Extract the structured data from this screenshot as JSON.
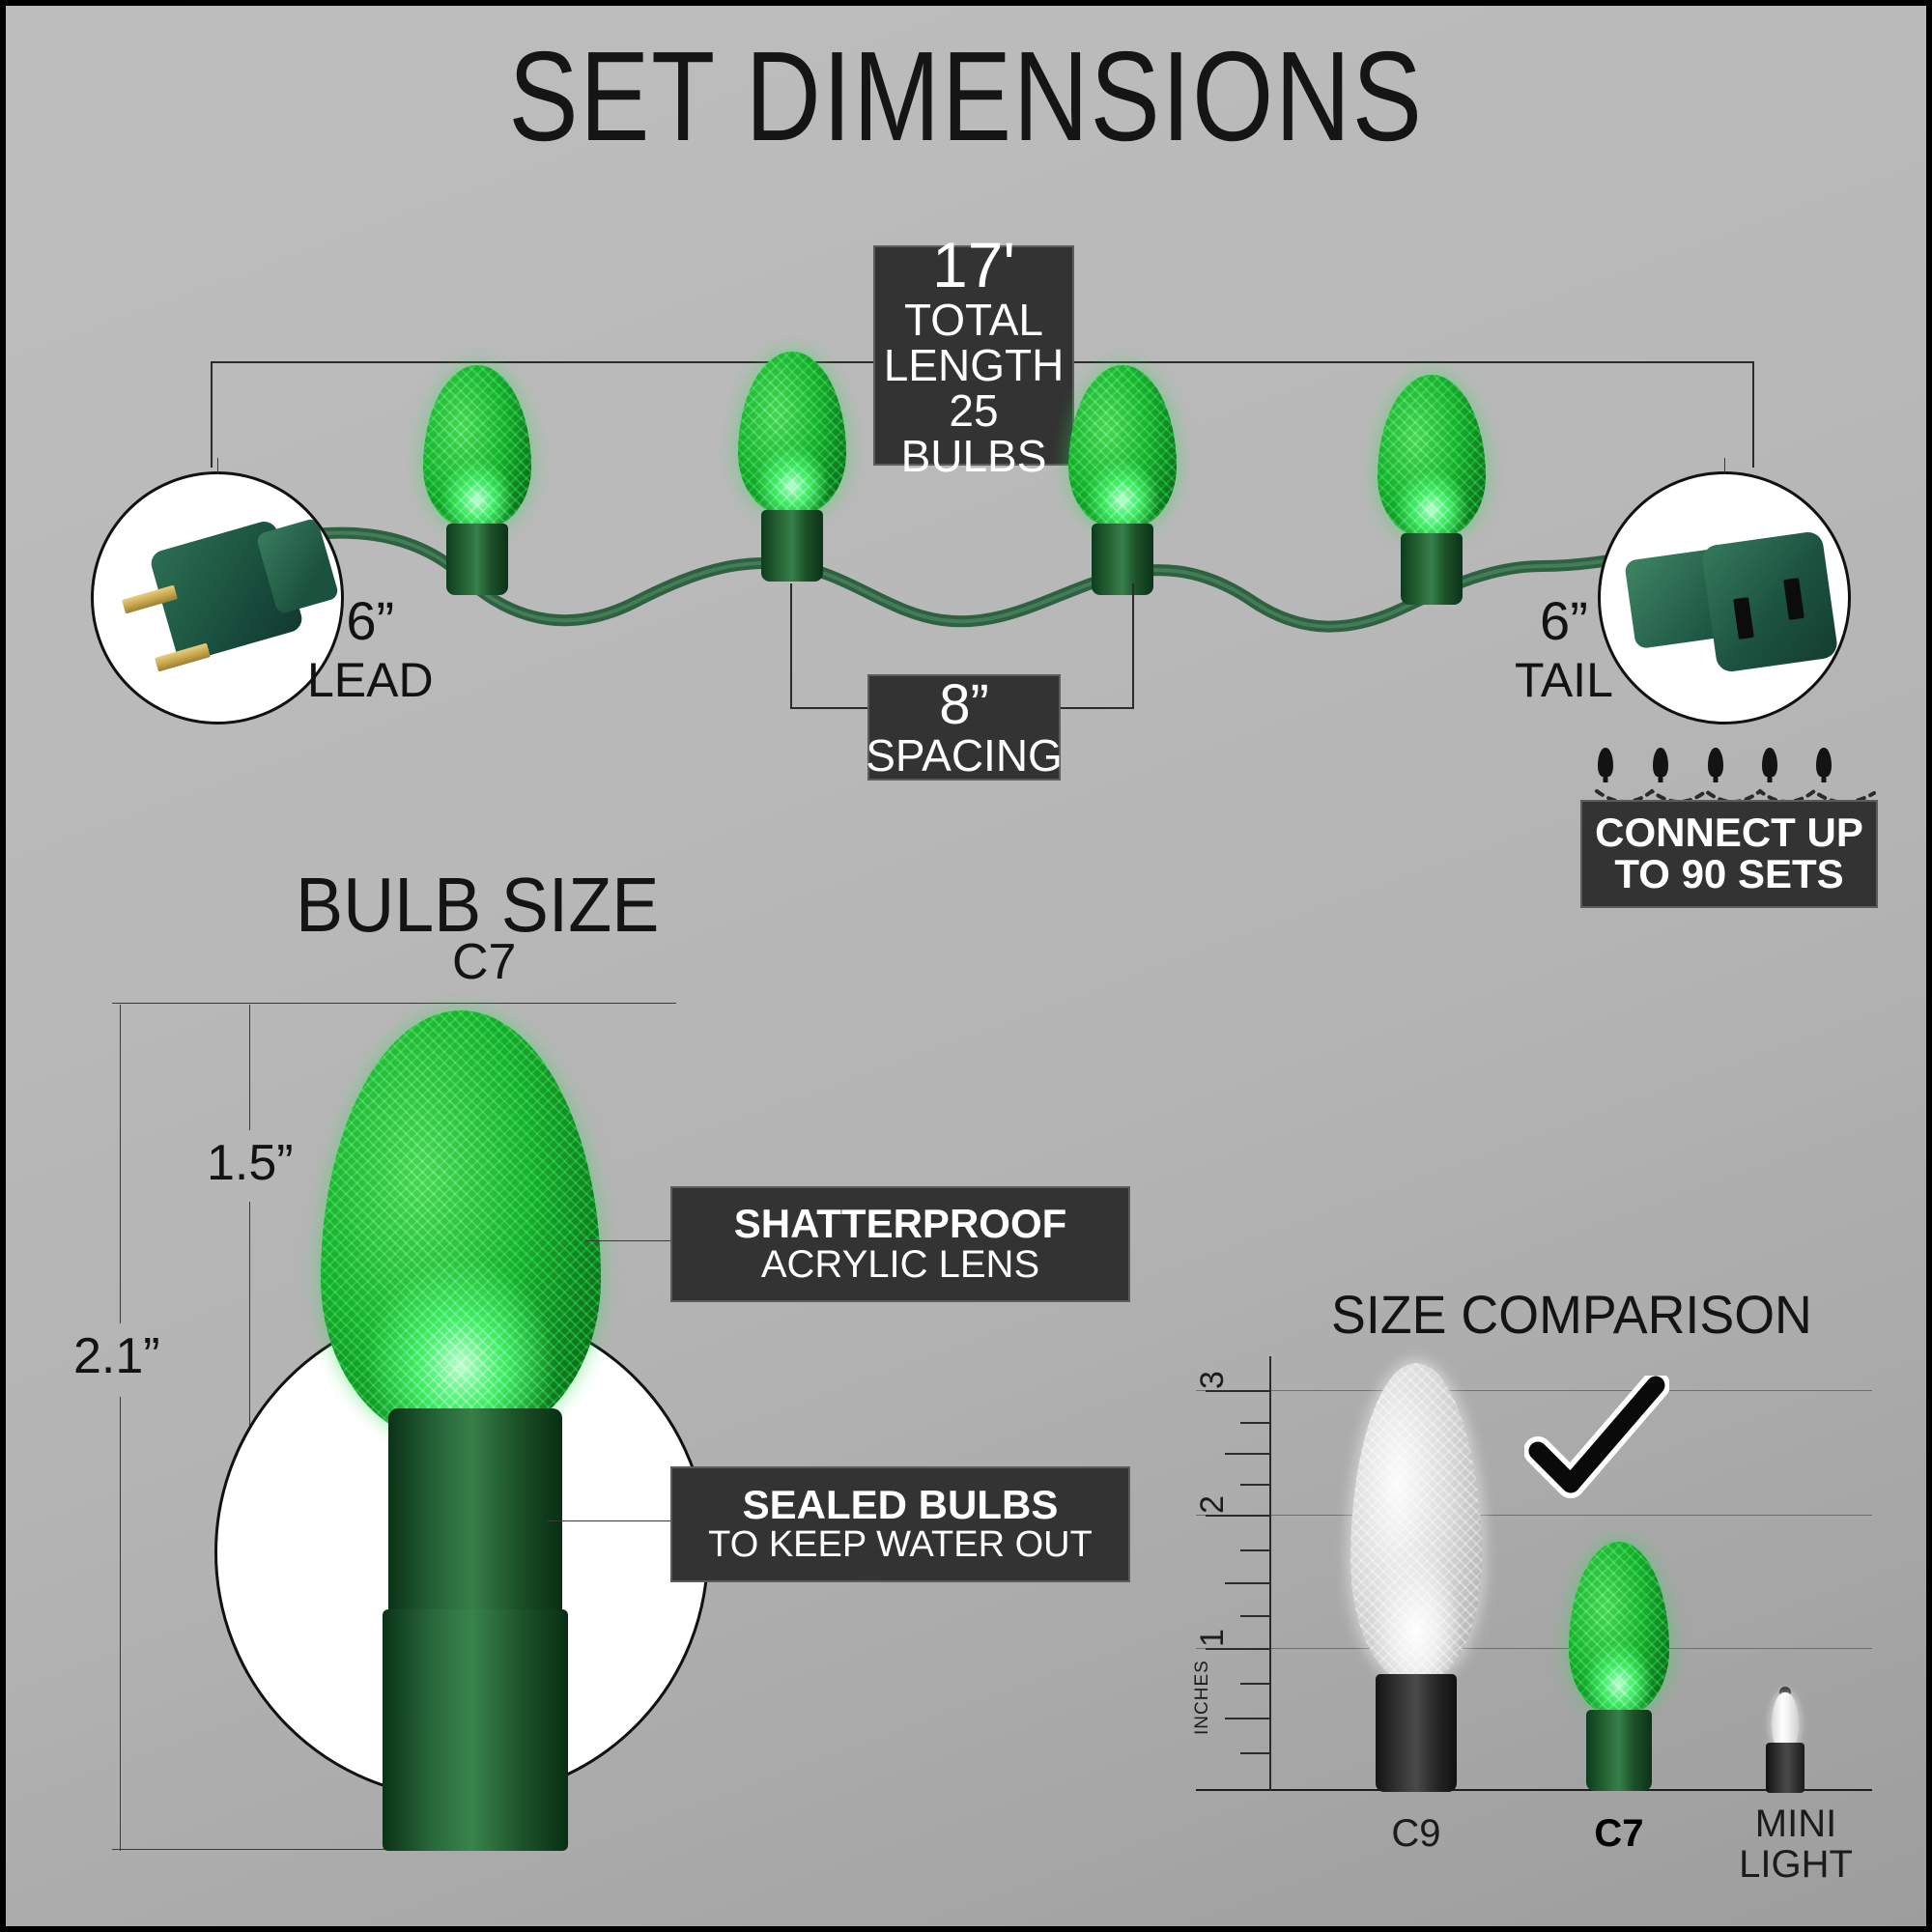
{
  "title": "SET DIMENSIONS",
  "colors": {
    "background_light": "#bdbdbd",
    "background_dark": "#9d9d9d",
    "callout_bg": "#333333",
    "callout_border": "#5c5c5c",
    "bulb_green": "#23bf3c",
    "socket_green": "#1d5129",
    "ink": "#111111"
  },
  "string_section": {
    "total_length": {
      "value": "17'",
      "line1": "TOTAL",
      "line2": "LENGTH",
      "line3": "25 BULBS"
    },
    "spacing": {
      "value": "8”",
      "label": "SPACING"
    },
    "lead": {
      "value": "6”",
      "label": "LEAD"
    },
    "tail": {
      "value": "6”",
      "label": "TAIL"
    },
    "connect": {
      "line1": "CONNECT UP",
      "line2": "TO 90 SETS"
    },
    "bulb_count_shown": 4,
    "strand_icon_bulbs": 5
  },
  "bulb_size_section": {
    "title": "BULB SIZE",
    "subtitle": "C7",
    "dimensions": {
      "lens_height": "1.5”",
      "total_height": "2.1”"
    },
    "features": [
      {
        "headline": "SHATTERPROOF",
        "detail": "ACRYLIC LENS"
      },
      {
        "headline": "SEALED BULBS",
        "detail": "TO KEEP WATER OUT"
      }
    ]
  },
  "size_comparison": {
    "title": "SIZE COMPARISON",
    "ruler": {
      "unit_label": "INCHES",
      "major_ticks": [
        "1",
        "2",
        "3"
      ],
      "max": 3.5
    },
    "items": [
      {
        "label": "C9",
        "selected": false,
        "height_in": 3.0,
        "color": "clear"
      },
      {
        "label": "C7",
        "selected": true,
        "height_in": 2.1,
        "color": "green"
      },
      {
        "label": "MINI\nLIGHT",
        "label_line1": "MINI",
        "label_line2": "LIGHT",
        "selected": false,
        "height_in": 0.9,
        "color": "clear"
      }
    ],
    "check_mark": "✔"
  }
}
